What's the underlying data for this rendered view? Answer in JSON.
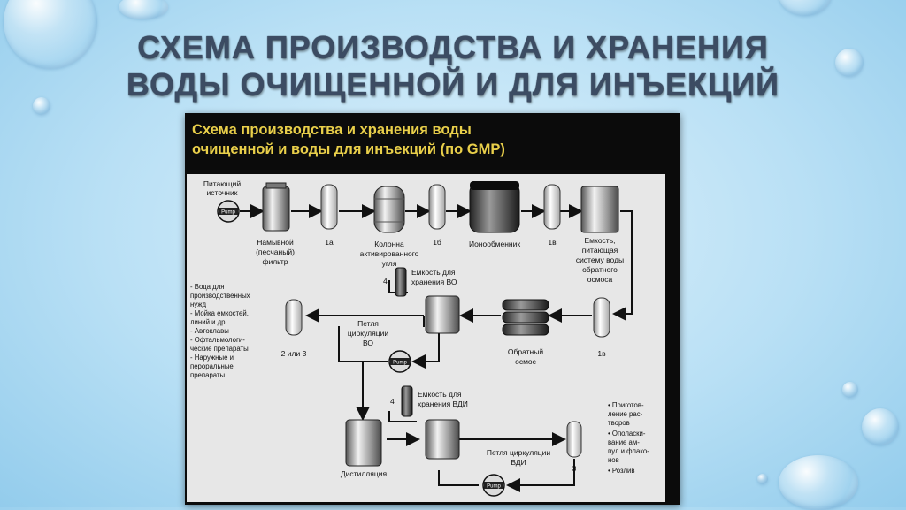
{
  "slide": {
    "title_line1": "СХЕМА ПРОИЗВОДСТВА И ХРАНЕНИЯ",
    "title_line2": "ВОДЫ ОЧИЩЕННОЙ И ДЛЯ ИНЪЕКЦИЙ"
  },
  "figure": {
    "header_line1": "Схема производства и хранения воды",
    "header_line2": "очищенной и воды для инъекций (по GMP)",
    "header_color": "#e9cf4a"
  },
  "labels": {
    "source_1": "Питающий",
    "source_2": "источник",
    "pump": "Pump",
    "sand_1": "Намывной",
    "sand_2": "(песчаный)",
    "sand_3": "фильтр",
    "f1a": "1а",
    "carbon_1": "Колонна",
    "carbon_2": "активированного",
    "carbon_3": "угля",
    "f1b": "1б",
    "ion": "Ионообменник",
    "f1v_top": "1в",
    "tank_1": "Емкость,",
    "tank_2": "питающая",
    "tank_3": "систему воды",
    "tank_4": "обратного",
    "tank_5": "осмоса",
    "f1v_mid": "1в",
    "ro_1": "Обратный",
    "ro_2": "осмос",
    "vo_num": "4",
    "vo_tank_1": "Емкость для",
    "vo_tank_2": "хранения ВО",
    "vo_loop_1": "Петля",
    "vo_loop_2": "циркуляции",
    "vo_loop_3": "ВО",
    "f23": "2 или 3",
    "use_vo": [
      "- Вода для",
      "производственных",
      "нужд",
      "- Мойка емкостей,",
      "линий и др.",
      "- Автоклавы",
      "- Офтальмологи-",
      "ческие препараты",
      "- Наружные и",
      "пероральные",
      "препараты"
    ],
    "vdi_num": "4",
    "vdi_tank_1": "Емкость для",
    "vdi_tank_2": "хранения ВДИ",
    "vdi_loop_1": "Петля циркуляции",
    "vdi_loop_2": "ВДИ",
    "f3": "3",
    "distill": "Дистилляция",
    "use_vdi": [
      "• Приготов-",
      "ление рас-",
      "творов",
      "• Ополаски-",
      "вание ам-",
      "пул и флако-",
      "нов",
      "• Розлив"
    ]
  }
}
